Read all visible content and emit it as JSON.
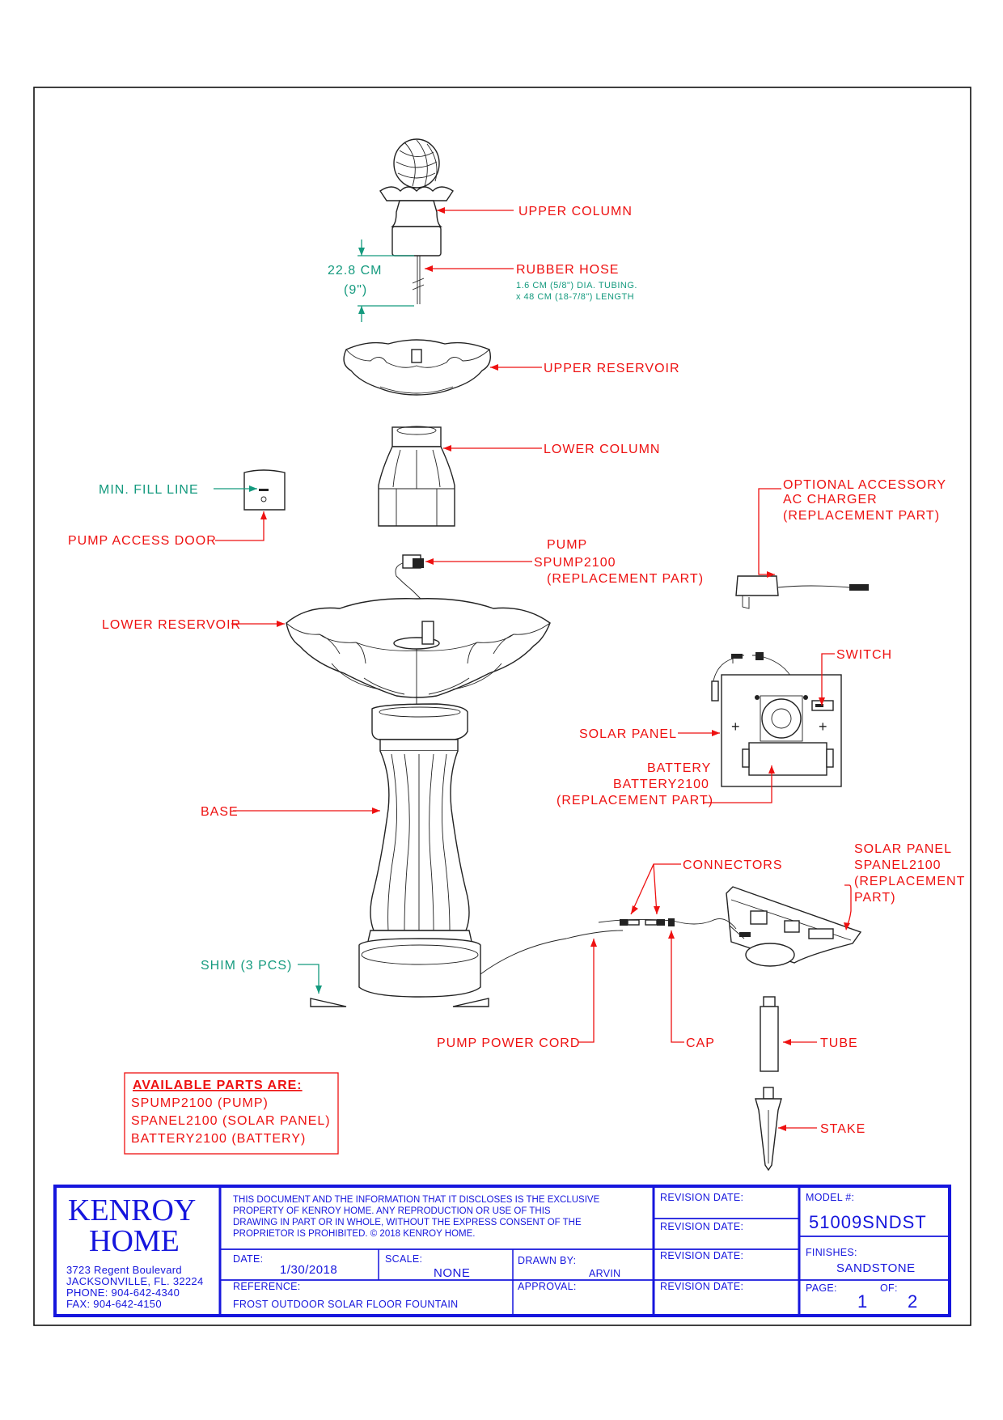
{
  "labels": {
    "upper_column": "UPPER COLUMN",
    "rubber_hose": "RUBBER HOSE",
    "hose_note_1": "1.6 CM (5/8\") DIA. TUBING.",
    "hose_note_2": "x 48 CM (18-7/8\") LENGTH",
    "dim_cm": "22.8 CM",
    "dim_in": "(9\")",
    "upper_reservoir": "UPPER RESERVOIR",
    "lower_column": "LOWER COLUMN",
    "min_fill_line": "MIN. FILL LINE",
    "pump_access_door": "PUMP ACCESS DOOR",
    "optional_accessory": "OPTIONAL ACCESSORY",
    "ac_charger": "AC CHARGER",
    "charger_replacement": "(REPLACEMENT PART)",
    "pump": "PUMP",
    "pump_part": "SPUMP2100",
    "pump_replacement": "(REPLACEMENT PART)",
    "lower_reservoir": "LOWER RESERVOIR",
    "switch": "SWITCH",
    "solar_panel": "SOLAR PANEL",
    "battery": "BATTERY",
    "battery_part": "BATTERY2100",
    "battery_replacement": "(REPLACEMENT PART)",
    "base": "BASE",
    "solar_panel_2": "SOLAR PANEL",
    "spanel_part": "SPANEL2100",
    "spanel_replacement_1": "(REPLACEMENT",
    "spanel_replacement_2": "PART)",
    "connectors": "CONNECTORS",
    "shim": "SHIM (3 PCS)",
    "pump_power_cord": "PUMP POWER CORD",
    "cap": "CAP",
    "tube": "TUBE",
    "stake": "STAKE"
  },
  "available_parts": {
    "title": "AVAILABLE PARTS ARE:",
    "items": [
      "SPUMP2100 (PUMP)",
      "SPANEL2100 (SOLAR PANEL)",
      "BATTERY2100 (BATTERY)"
    ]
  },
  "title_block": {
    "company_1": "KENROY",
    "company_2": "HOME",
    "address_1": "3723 Regent Boulevard",
    "address_2": "JACKSONVILLE, FL. 32224",
    "phone": "PHONE: 904-642-4340",
    "fax": "FAX: 904-642-4150",
    "notice_1": "THIS DOCUMENT AND THE INFORMATION THAT IT DISCLOSES IS THE EXCLUSIVE",
    "notice_2": "PROPERTY OF KENROY HOME. ANY REPRODUCTION OR USE OF THIS",
    "notice_3": "DRAWING IN PART OR IN WHOLE, WITHOUT THE EXPRESS CONSENT OF THE",
    "notice_4": "PROPRIETOR IS PROHIBITED. © 2018 KENROY HOME.",
    "date_label": "DATE:",
    "date_value": "1/30/2018",
    "scale_label": "SCALE:",
    "scale_value": "NONE",
    "drawn_by_label": "DRAWN BY:",
    "drawn_by_value": "ARVIN",
    "reference_label": "REFERENCE:",
    "reference_value": "FROST OUTDOOR SOLAR FLOOR FOUNTAIN",
    "approval_label": "APPROVAL:",
    "revision_labels": [
      "REVISION DATE:",
      "REVISION DATE:",
      "REVISION DATE:",
      "REVISION DATE:"
    ],
    "model_label": "MODEL #:",
    "model_value": "51009SNDST",
    "finishes_label": "FINISHES:",
    "finishes_value": "SANDSTONE",
    "page_label": "PAGE:",
    "page_value": "1",
    "of_label": "OF:",
    "of_value": "2"
  },
  "colors": {
    "callout_red": "#ee1111",
    "callout_green": "#149a7e",
    "title_block_blue": "#1616dd",
    "line_black": "#222222"
  }
}
